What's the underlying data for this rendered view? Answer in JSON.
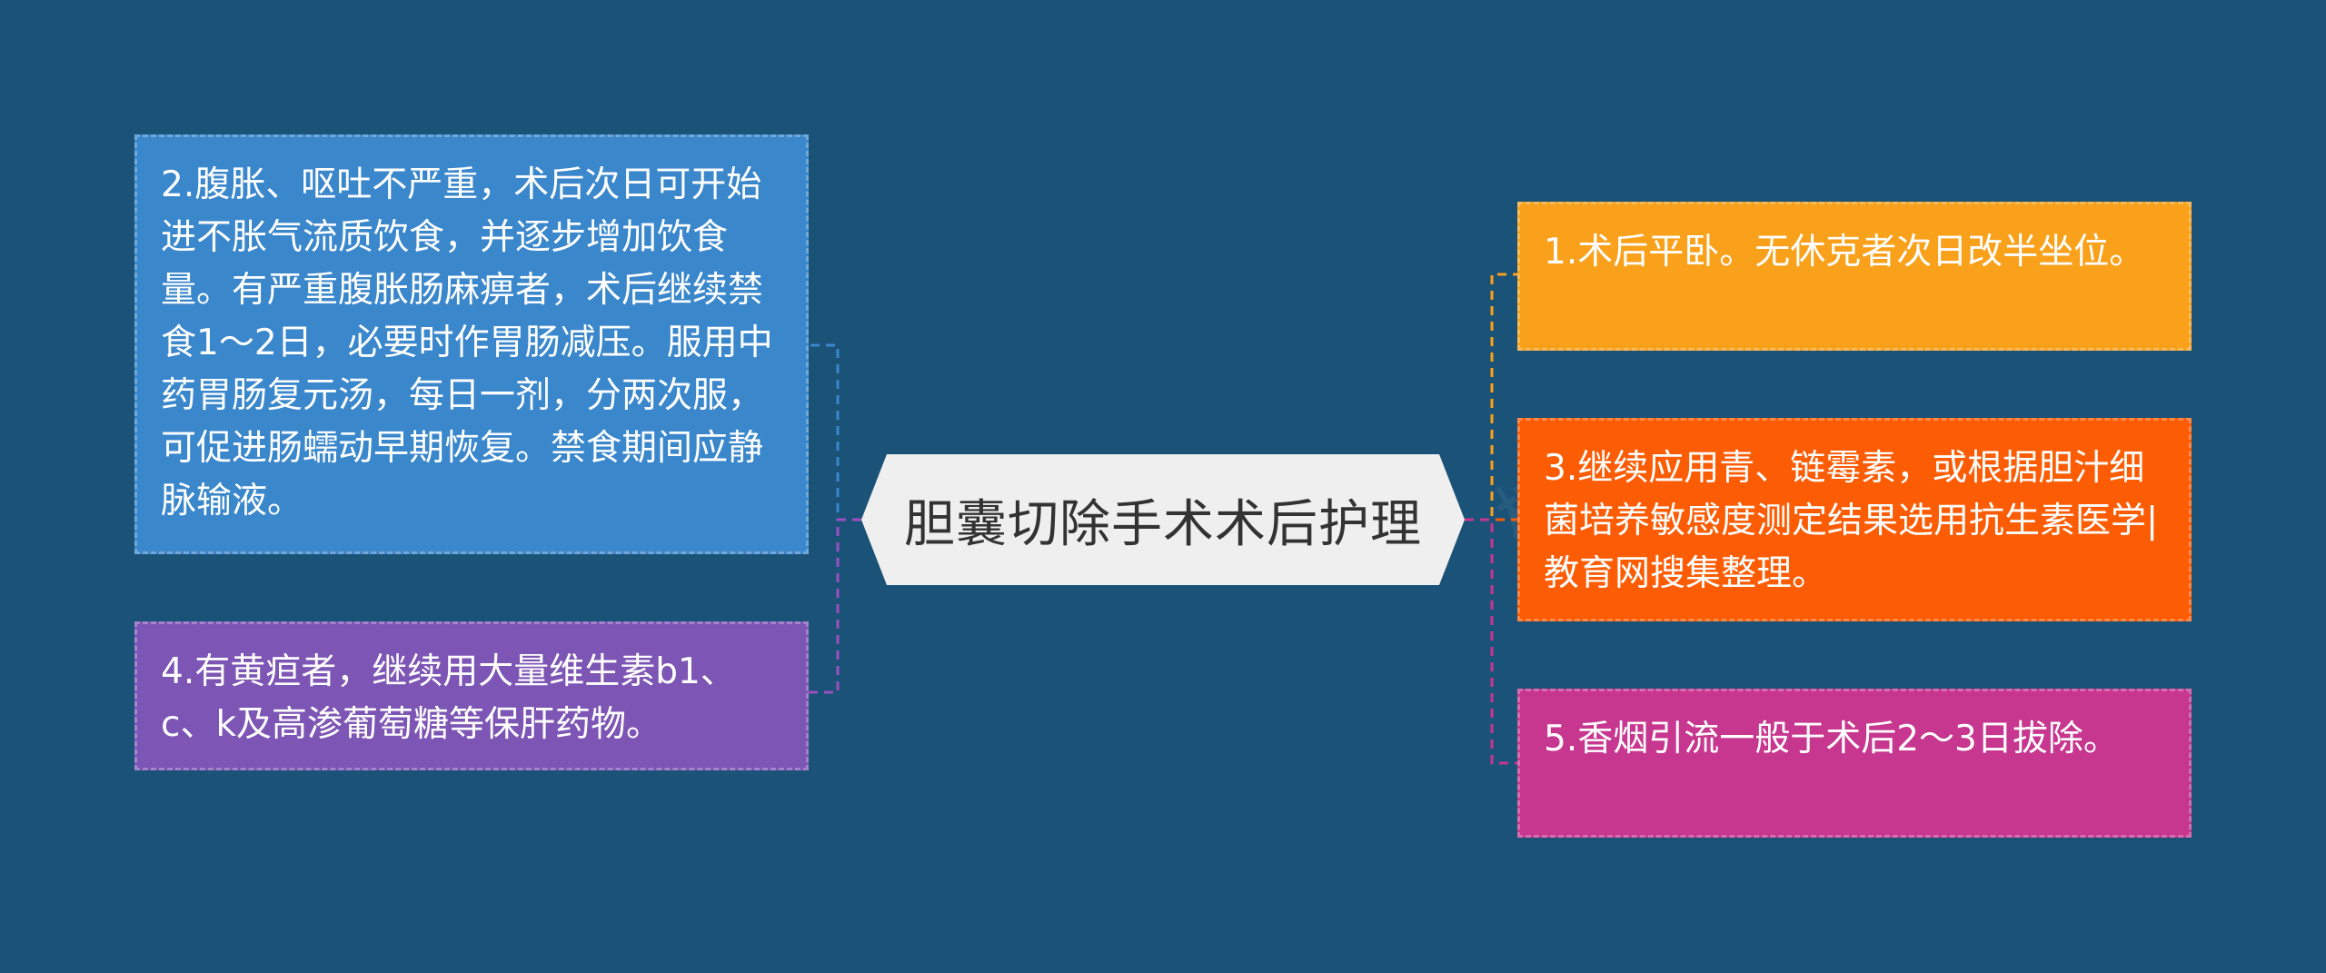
{
  "diagram": {
    "center_title": "胆囊切除手术术后护理",
    "colors": {
      "background": "#1b5278",
      "center_fill": "#efefef",
      "center_text": "#333333"
    },
    "branches": [
      {
        "id": "b1",
        "text": "1.术后平卧。无休克者次日改半坐位。",
        "color": "#f9a11b",
        "line_color": "#f9a11b"
      },
      {
        "id": "b2",
        "text": "2.腹胀、呕吐不严重，术后次日可开始进不胀气流质饮食，并逐步增加饮食量。有严重腹胀肠麻痹者，术后继续禁食1～2日，必要时作胃肠减压。服用中药胃肠复元汤，每日一剂，分两次服，可促进肠蠕动早期恢复。禁食期间应静脉输液。",
        "color": "#3a87cc",
        "line_color": "#3a87cc"
      },
      {
        "id": "b3",
        "text": "3.继续应用青、链霉素，或根据胆汁细菌培养敏感度测定结果选用抗生素医学|教育网搜集整理。",
        "color": "#fb5c04",
        "line_color": "#fb5c04"
      },
      {
        "id": "b4",
        "text": "4.有黄疸者，继续用大量维生素b1、c、k及高渗葡萄糖等保肝药物。",
        "color": "#7d55b4",
        "line_color": "#9b4fc0"
      },
      {
        "id": "b5",
        "text": "5.香烟引流一般于术后2～3日拔除。",
        "color": "#c7368f",
        "line_color": "#c7368f"
      }
    ]
  }
}
